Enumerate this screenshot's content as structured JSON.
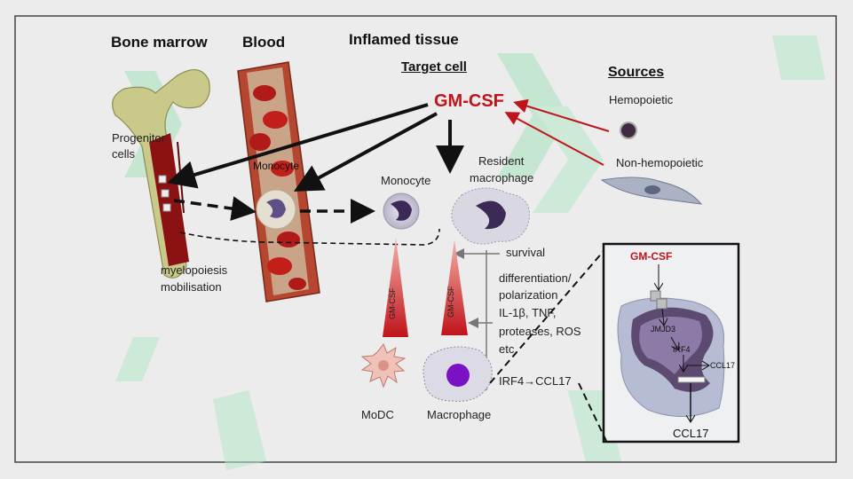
{
  "headers": {
    "bone_marrow": "Bone marrow",
    "blood": "Blood",
    "inflamed_tissue": "Inflamed tissue",
    "target_cell": "Target cell",
    "sources": "Sources"
  },
  "central_cytokine": "GM-CSF",
  "sources": {
    "hemopoietic": "Hemopoietic",
    "non_hemopoietic": "Non-hemopoietic"
  },
  "bone": {
    "progenitor_line1": "Progenitor",
    "progenitor_line2": "cells",
    "myelopoiesis_line1": "myelopoiesis",
    "myelopoiesis_line2": "mobilisation"
  },
  "blood_vessel": {
    "monocyte": "Monocyte"
  },
  "tissue": {
    "monocyte": "Monocyte",
    "resident_line1": "Resident",
    "resident_line2": "macrophage",
    "survival": "survival",
    "moDC": "MoDC",
    "macrophage": "Macrophage",
    "wedge_left": "GM-CSF",
    "wedge_right": "GM-CSF"
  },
  "effects": [
    "differentiation/",
    "polarization",
    "IL-1β, TNF,",
    "proteases, ROS",
    "etc."
  ],
  "irf4_pathway": "IRF4→CCL17",
  "inset": {
    "title": "GM-CSF",
    "jmjd3": "JMJD3",
    "irf4": "IRF4",
    "ccl17_small": "CCL17",
    "ccl17_output": "CCL17"
  },
  "colors": {
    "background": "#ececec",
    "cytokine_red": "#c0141b",
    "bone": "#c9c98a",
    "marrow": "#8a1212",
    "watermark": "#9fdcb4"
  }
}
